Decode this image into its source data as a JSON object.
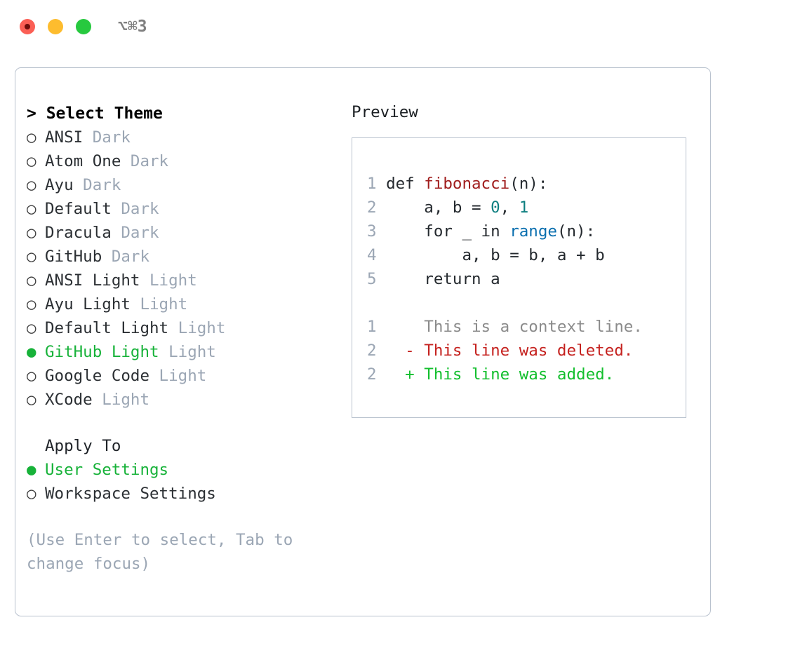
{
  "window": {
    "shortcut": "⌥⌘3",
    "traffic_lights": [
      {
        "name": "close",
        "color": "#FB5F55"
      },
      {
        "name": "minimize",
        "color": "#FDBC2E"
      },
      {
        "name": "maximize",
        "color": "#27C93F"
      }
    ]
  },
  "theme_picker": {
    "header": "> Select Theme",
    "bullet_off": "○",
    "bullet_on": "●",
    "selected_color": "#17B239",
    "tag_color": "#9BA6B4",
    "items": [
      {
        "bullet": "○",
        "name": "ANSI",
        "tag": "Dark",
        "selected": false
      },
      {
        "bullet": "○",
        "name": "Atom One",
        "tag": "Dark",
        "selected": false
      },
      {
        "bullet": "○",
        "name": "Ayu",
        "tag": "Dark",
        "selected": false
      },
      {
        "bullet": "○",
        "name": "Default",
        "tag": "Dark",
        "selected": false
      },
      {
        "bullet": "○",
        "name": "Dracula",
        "tag": "Dark",
        "selected": false
      },
      {
        "bullet": "○",
        "name": "GitHub",
        "tag": "Dark",
        "selected": false
      },
      {
        "bullet": "○",
        "name": "ANSI Light",
        "tag": "Light",
        "selected": false
      },
      {
        "bullet": "○",
        "name": "Ayu Light",
        "tag": "Light",
        "selected": false
      },
      {
        "bullet": "○",
        "name": "Default Light",
        "tag": "Light",
        "selected": false
      },
      {
        "bullet": "●",
        "name": "GitHub Light",
        "tag": "Light",
        "selected": true
      },
      {
        "bullet": "○",
        "name": "Google Code",
        "tag": "Light",
        "selected": false
      },
      {
        "bullet": "○",
        "name": "XCode",
        "tag": "Light",
        "selected": false
      }
    ]
  },
  "apply_to": {
    "header": "Apply To",
    "items": [
      {
        "bullet": "●",
        "name": "User Settings",
        "selected": true
      },
      {
        "bullet": "○",
        "name": "Workspace Settings",
        "selected": false
      }
    ]
  },
  "hint": "(Use Enter to select, Tab to change focus)",
  "preview": {
    "title": "Preview",
    "code_lines": [
      {
        "no": "1",
        "tokens": [
          {
            "t": "def ",
            "c": "plain"
          },
          {
            "t": "fibonacci",
            "c": "fn"
          },
          {
            "t": "(n):",
            "c": "plain"
          }
        ]
      },
      {
        "no": "2",
        "tokens": [
          {
            "t": "    a, b = ",
            "c": "plain"
          },
          {
            "t": "0",
            "c": "num"
          },
          {
            "t": ", ",
            "c": "plain"
          },
          {
            "t": "1",
            "c": "num"
          }
        ]
      },
      {
        "no": "3",
        "tokens": [
          {
            "t": "    for _ in ",
            "c": "plain"
          },
          {
            "t": "range",
            "c": "kw"
          },
          {
            "t": "(n):",
            "c": "plain"
          }
        ]
      },
      {
        "no": "4",
        "tokens": [
          {
            "t": "        a, b = b, a + b",
            "c": "plain"
          }
        ]
      },
      {
        "no": "5",
        "tokens": [
          {
            "t": "    return a",
            "c": "plain"
          }
        ]
      }
    ],
    "diff_lines": [
      {
        "no": "1",
        "marker": " ",
        "text": "This is a context line.",
        "kind": "ctx"
      },
      {
        "no": "2",
        "marker": "-",
        "text": "This line was deleted.",
        "kind": "del"
      },
      {
        "no": "2",
        "marker": "+",
        "text": "This line was added.",
        "kind": "add"
      }
    ],
    "colors": {
      "lineno": "#9BA6B4",
      "function": "#A01D1D",
      "number": "#0E7F80",
      "keyword": "#0A6FAF",
      "context": "#8b8b8b",
      "deleted": "#C5221F",
      "added": "#13BF2E"
    }
  }
}
